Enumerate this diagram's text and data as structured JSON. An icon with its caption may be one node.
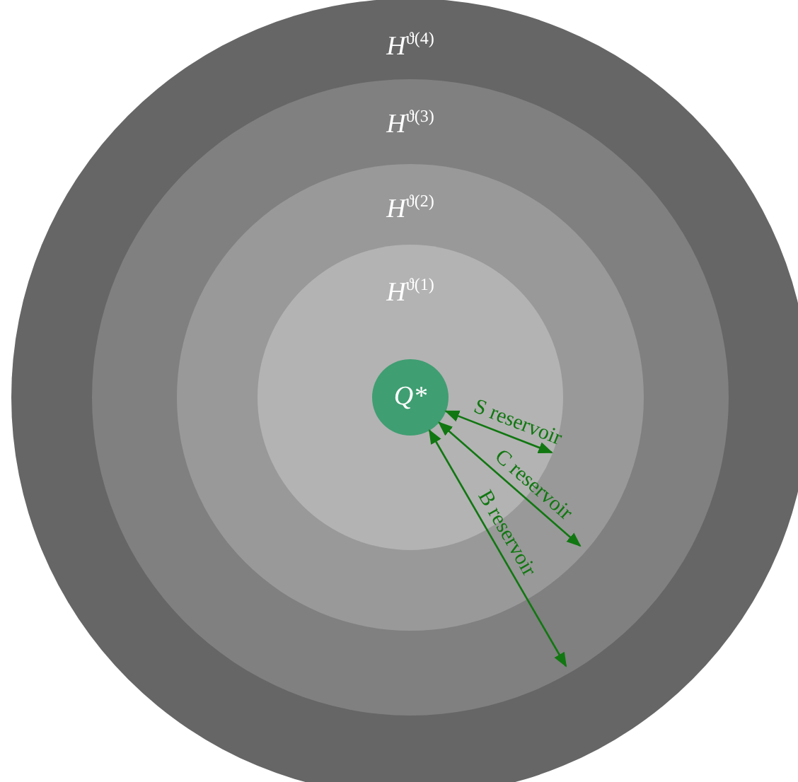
{
  "diagram": {
    "nodes": [
      {
        "text": [
          "*H*$^{ϑ(4)}$"
        ]
      },
      {
        "text": [
          "*H*$^{ϑ(3)}$"
        ],
        "in": 0
      },
      {
        "text": [
          "*H*$^{ϑ(2)}$"
        ],
        "in": 1
      },
      {
        "text": [
          "*H*$^{ϑ(1)}$"
        ],
        "in": 2
      },
      {
        "text": [
          "Q*"
        ],
        "in": 3
      }
    ],
    "edges": [
      {
        "from": 4,
        "to": null,
        "arrow": "both",
        "label": "S reservoir"
      },
      {
        "from": 4,
        "to": null,
        "arrow": "both",
        "label": "C reservoir"
      },
      {
        "from": 4,
        "to": null,
        "arrow": "both",
        "label": "B reservoir"
      }
    ]
  }
}
